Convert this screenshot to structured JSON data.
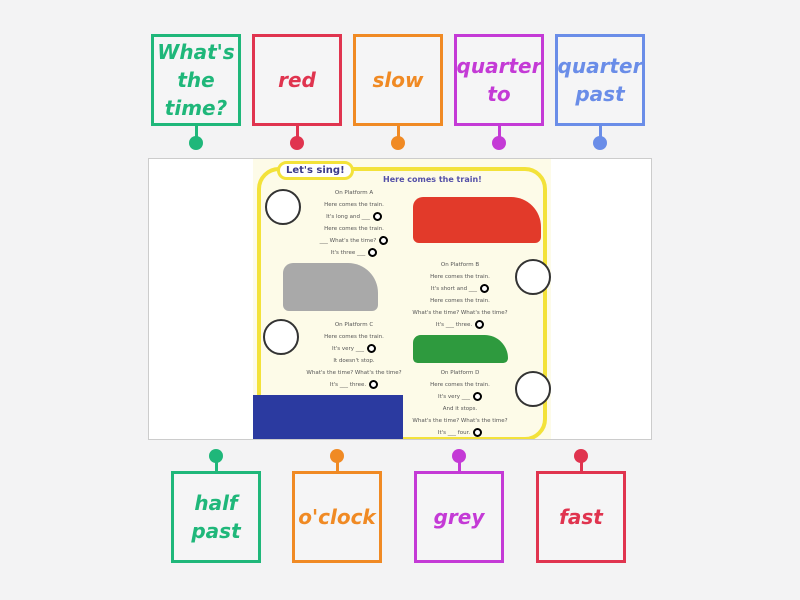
{
  "colors": {
    "green": "#1fb77a",
    "red": "#e0344f",
    "orange": "#f08a24",
    "magenta": "#c43ad6",
    "blue": "#6a8de8"
  },
  "top_labels": [
    {
      "text": "What's the time?",
      "color": "green"
    },
    {
      "text": "red",
      "color": "red"
    },
    {
      "text": "slow",
      "color": "orange"
    },
    {
      "text": "quarter to",
      "color": "magenta"
    },
    {
      "text": "quarter past",
      "color": "blue"
    }
  ],
  "bottom_labels": [
    {
      "text": "half past",
      "color": "green"
    },
    {
      "text": "o'clock",
      "color": "orange"
    },
    {
      "text": "grey",
      "color": "magenta"
    },
    {
      "text": "fast",
      "color": "red"
    }
  ],
  "illustration": {
    "badge": "Let's sing!",
    "title": "Here comes the train!",
    "verses": [
      [
        "On Platform A",
        "Here comes the train.",
        "It's long and ___",
        "Here comes the train.",
        "___ What's the time?",
        "It's three ___"
      ],
      [
        "On Platform B",
        "Here comes the train.",
        "It's short and ___",
        "Here comes the train.",
        "What's the time? What's the time?",
        "It's ___ three."
      ],
      [
        "On Platform C",
        "Here comes the train.",
        "It's very ___",
        "It doesn't stop.",
        "What's the time? What's the time?",
        "It's ___ three."
      ],
      [
        "On Platform D",
        "Here comes the train.",
        "It's very ___",
        "And it stops.",
        "What's the time? What's the time?",
        "It's ___ four."
      ]
    ]
  }
}
